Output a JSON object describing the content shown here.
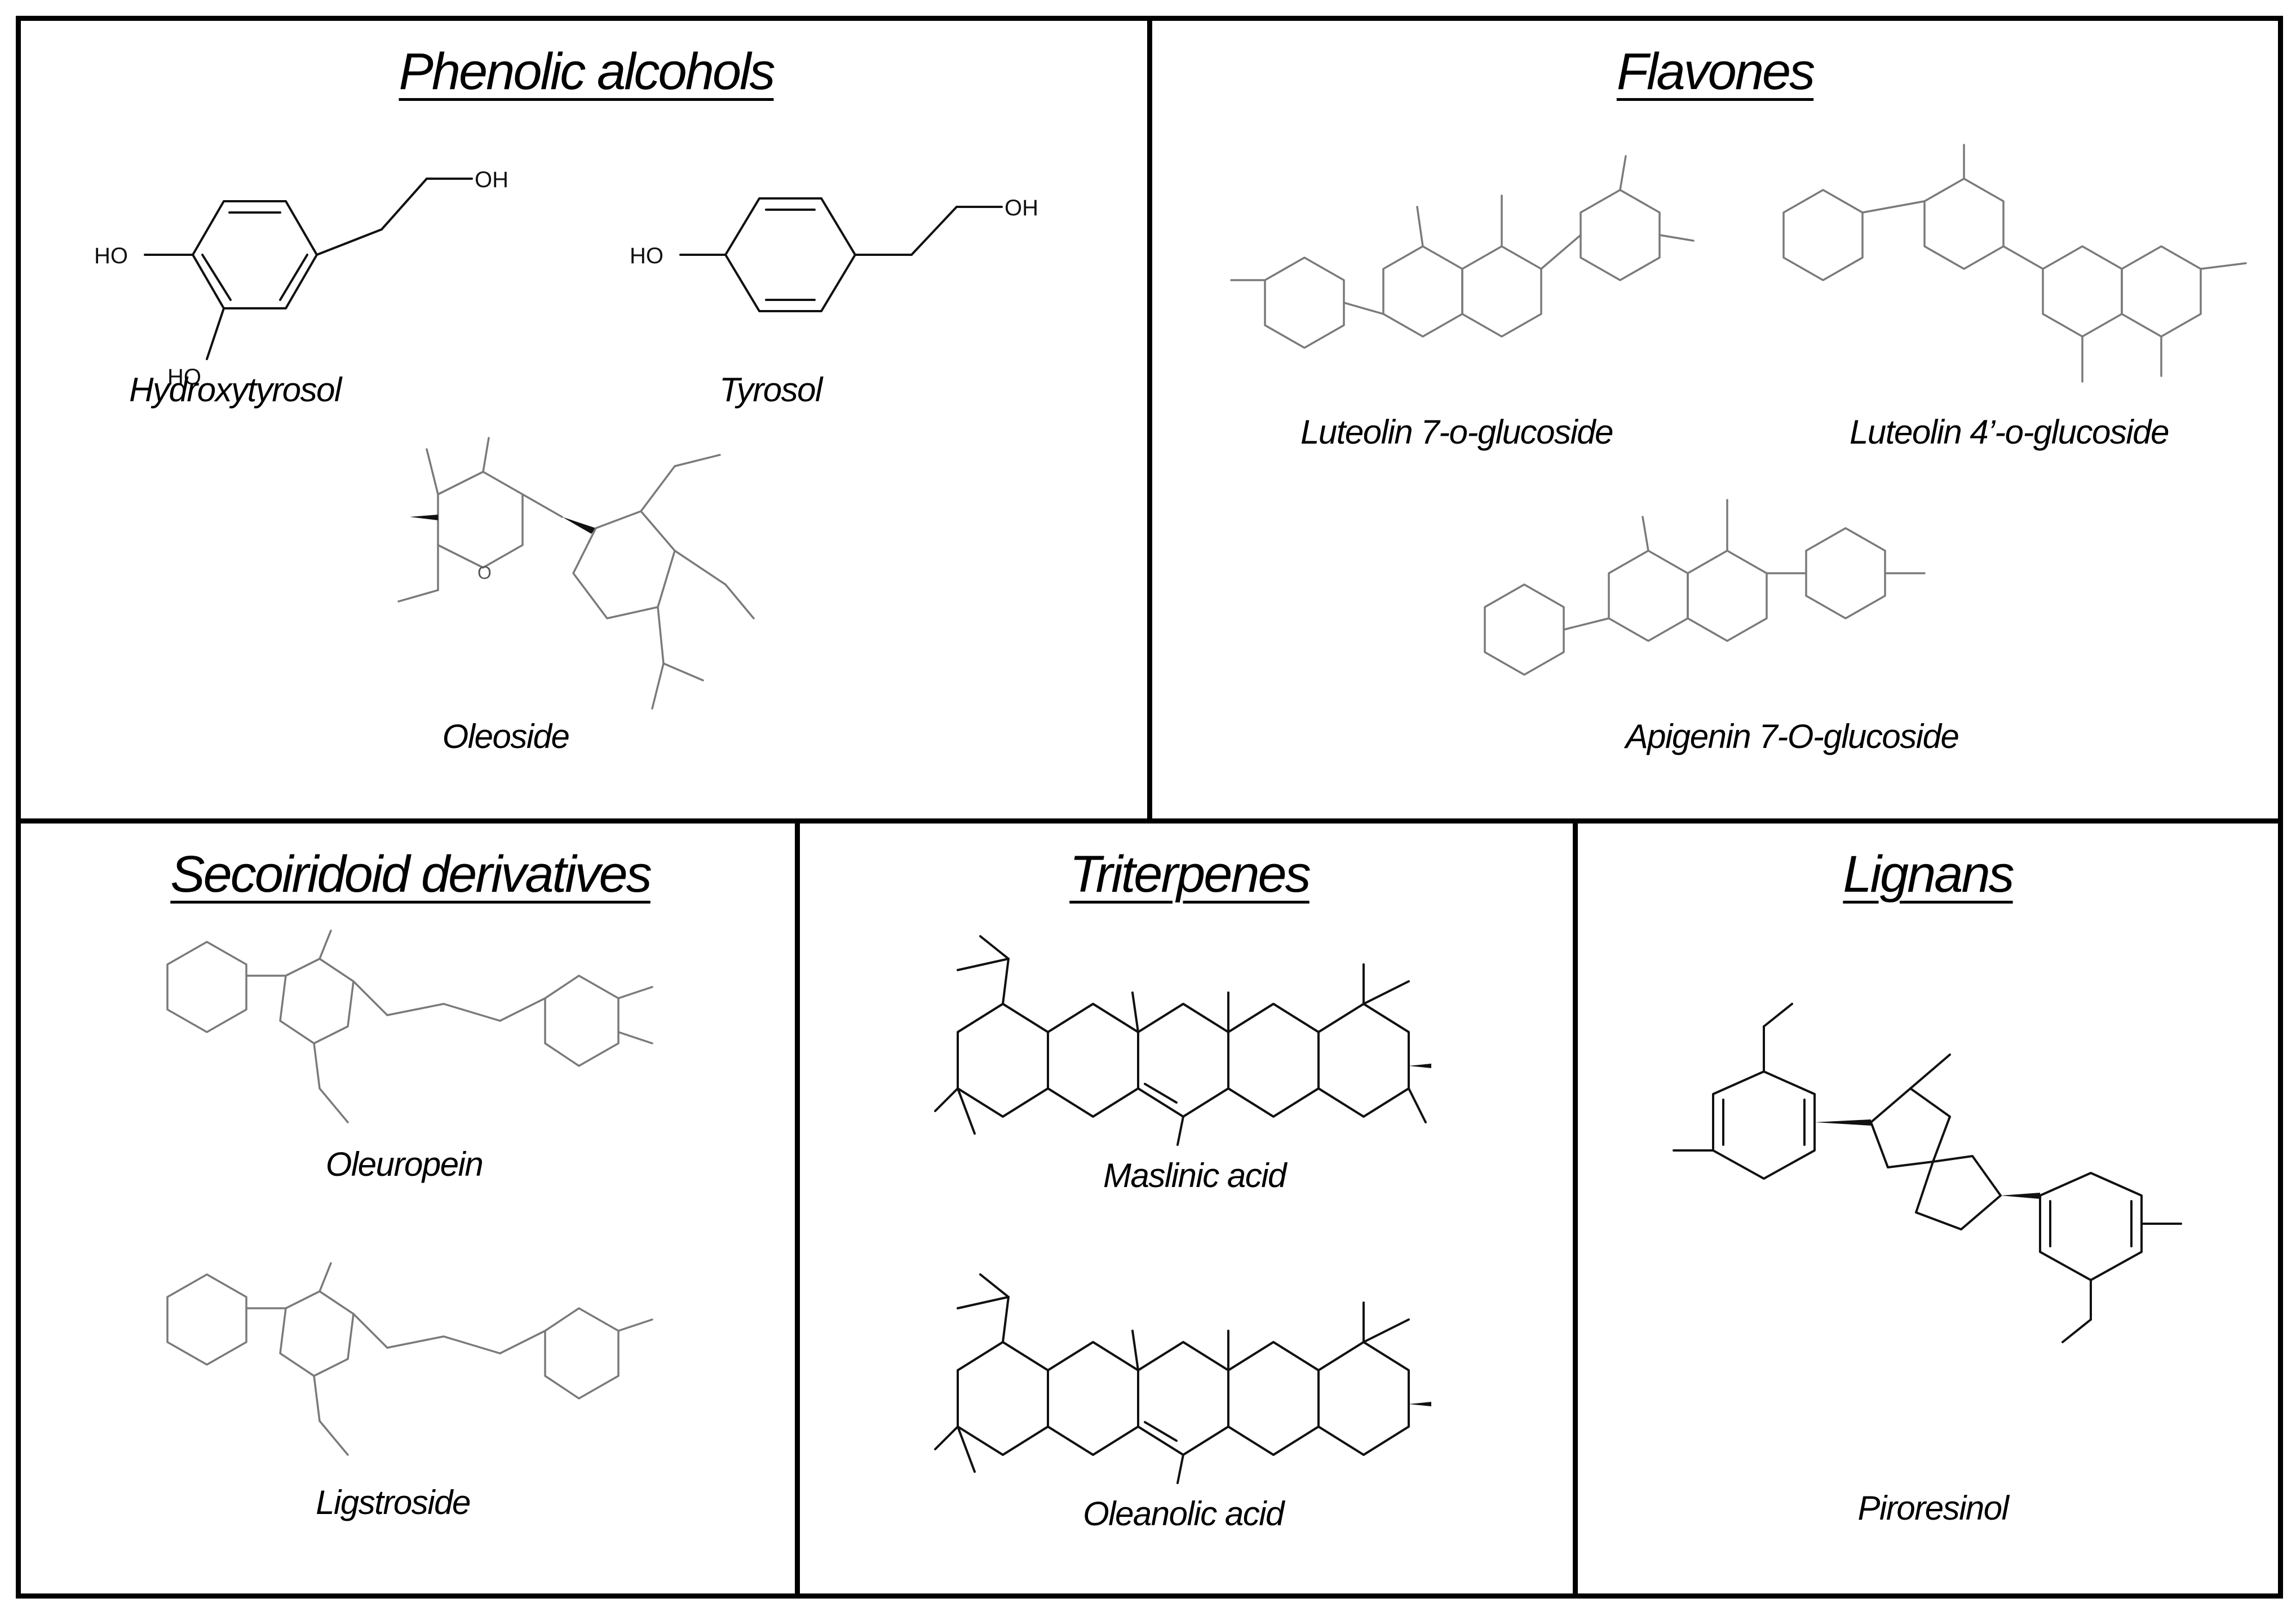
{
  "panels": {
    "phenolic": {
      "title": "Phenolic alcohols",
      "compounds": [
        "Hydroxytyrosol",
        "Tyrosol",
        "Oleoside"
      ]
    },
    "flavones": {
      "title": "Flavones",
      "compounds": [
        "Luteolin 7-o-glucoside",
        "Luteolin 4’-o-glucoside",
        "Apigenin 7-O-glucoside"
      ]
    },
    "secoiridoid": {
      "title": "Secoiridoid derivatives",
      "compounds": [
        "Oleuropein",
        "Ligstroside"
      ]
    },
    "triterpenes": {
      "title": "Triterpenes",
      "compounds": [
        "Maslinic acid",
        "Oleanolic acid"
      ]
    },
    "lignans": {
      "title": "Lignans",
      "compounds": [
        "Piroresinol"
      ]
    }
  },
  "atoms": {
    "hydroxyl": "OH",
    "hydroxyl_left": "HO",
    "oxygen": "O",
    "hydrogen": "H"
  }
}
